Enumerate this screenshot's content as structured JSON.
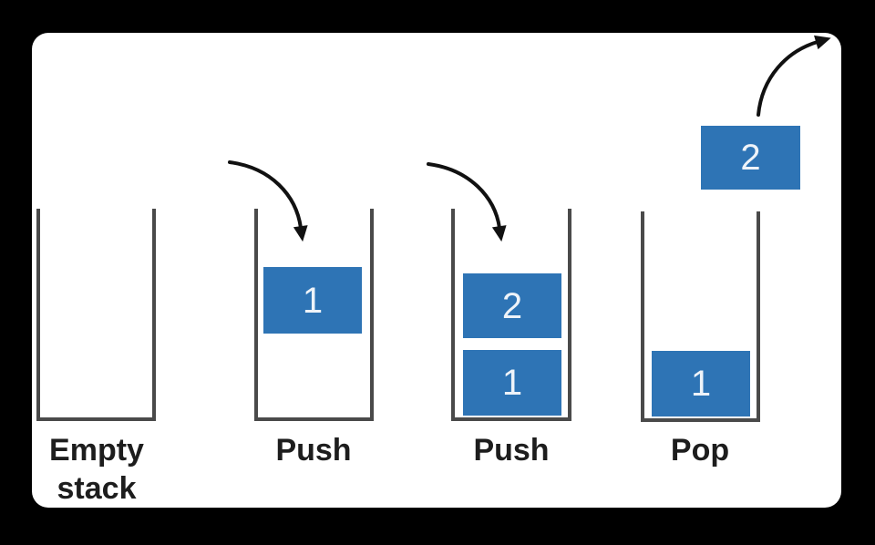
{
  "figure": {
    "stages": [
      {
        "id": "empty-stack",
        "label": "Empty\nstack",
        "boxes": []
      },
      {
        "id": "push-1",
        "label": "Push",
        "boxes": [
          {
            "value": "1"
          }
        ]
      },
      {
        "id": "push-2",
        "label": "Push",
        "boxes": [
          {
            "value": "2"
          },
          {
            "value": "1"
          }
        ]
      },
      {
        "id": "pop",
        "label": "Pop",
        "boxes": [
          {
            "value": "1"
          }
        ],
        "popped_box": {
          "value": "2"
        }
      }
    ]
  },
  "colors": {
    "background": "#000000",
    "card": "#ffffff",
    "box_fill": "#2e74b5",
    "box_text": "#eef3f9",
    "stack_outline": "#4a4a4a",
    "label_text": "#1d1d1d",
    "arrow": "#111111"
  }
}
